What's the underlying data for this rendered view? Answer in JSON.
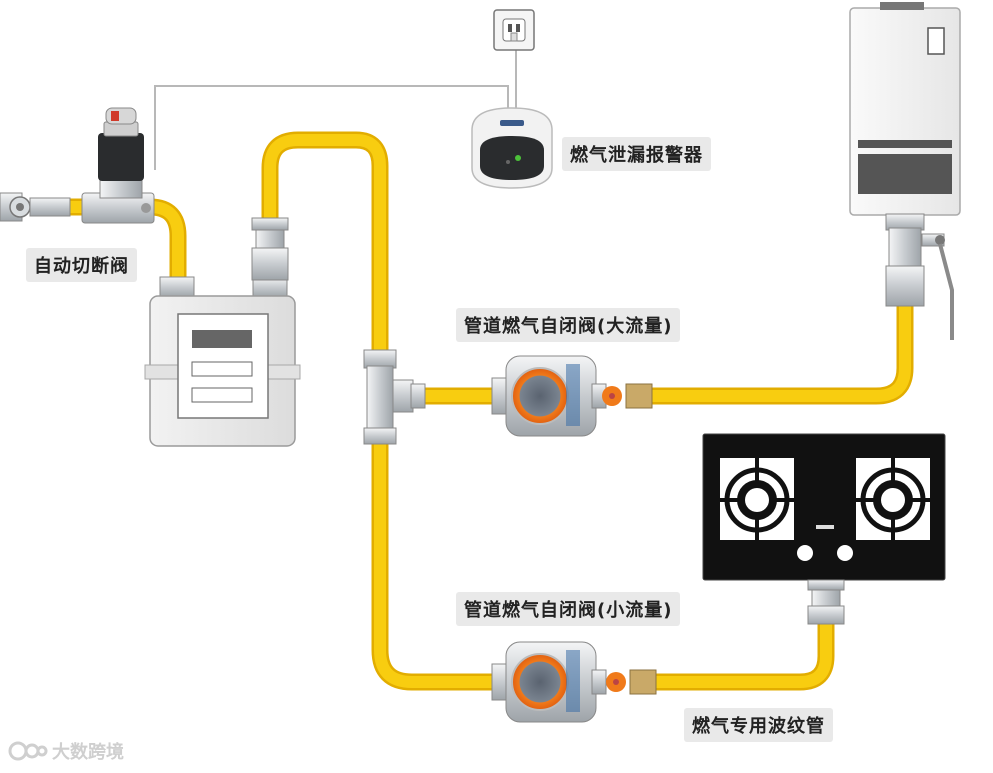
{
  "labels": {
    "auto_shutoff_valve": "自动切断阀",
    "gas_leak_alarm": "燃气泄漏报警器",
    "self_closing_valve_large": "管道燃气自闭阀(大流量)",
    "self_closing_valve_small": "管道燃气自闭阀(小流量)",
    "corrugated_pipe": "燃气专用波纹管"
  },
  "watermark": {
    "text": "大数跨境"
  },
  "colors": {
    "pipe": "#f5c400",
    "pipe_edge": "#e2ad00",
    "valve_orange": "#f07a1a",
    "stove_glass": "#111111",
    "metal": "#cfd3d6"
  }
}
